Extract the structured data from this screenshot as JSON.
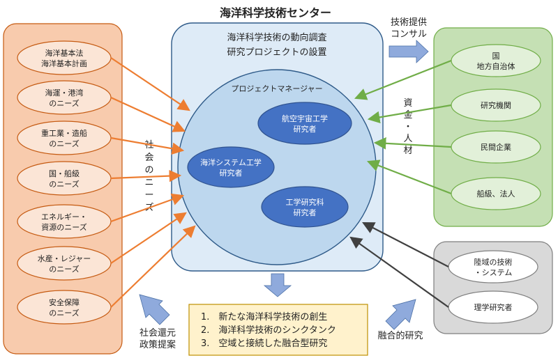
{
  "title": "海洋科学技術センター",
  "center": {
    "line1": "海洋科学技術の動向調査",
    "line2": "研究プロジェクトの設置",
    "pm_label": "プロジェクトマネージャー",
    "researchers": [
      {
        "l1": "航空宇宙工学",
        "l2": "研究者"
      },
      {
        "l1": "海洋システム工学",
        "l2": "研究者"
      },
      {
        "l1": "工学研究科",
        "l2": "研究者"
      }
    ]
  },
  "needs": [
    {
      "l1": "海洋基本法",
      "l2": "海洋基本計画"
    },
    {
      "l1": "海運・港湾",
      "l2": "のニーズ"
    },
    {
      "l1": "重工業・造船",
      "l2": "のニーズ"
    },
    {
      "l1": "国・船級",
      "l2": "のニーズ"
    },
    {
      "l1": "エネルギー・",
      "l2": "資源のニーズ"
    },
    {
      "l1": "水産・レジャー",
      "l2": "のニーズ"
    },
    {
      "l1": "安全保障",
      "l2": "のニーズ"
    }
  ],
  "social_needs_label": [
    "社",
    "会",
    "の",
    "ニ",
    "ー",
    "ズ"
  ],
  "partners": [
    {
      "l1": "国",
      "l2": "地方自治体"
    },
    {
      "l1": "研究機関",
      "l2": ""
    },
    {
      "l1": "民間企業",
      "l2": ""
    },
    {
      "l1": "船級、法人",
      "l2": ""
    }
  ],
  "funds_label": [
    "資",
    "金",
    "・",
    "人",
    "材"
  ],
  "consult_label": [
    "技術提供",
    "コンサル"
  ],
  "fusion_sources": [
    {
      "l1": "陸域の技術",
      "l2": "・システム"
    },
    {
      "l1": "理学研究者",
      "l2": ""
    }
  ],
  "fusion_label": "融合的研究",
  "policy_label": [
    "社会還元",
    "政策提案"
  ],
  "outcomes": [
    "1.　新たな海洋科学技術の創生",
    "2.　海洋科学技術のシンクタンク",
    "3.　空域と接続した融合型研究"
  ],
  "colors": {
    "orange_bg": "#f8cbad",
    "orange_border": "#c55a11",
    "orange_item": "#fbe5d6",
    "orange_arrow": "#ed7d31",
    "blue_bg": "#deebf7",
    "blue_border": "#2e5a88",
    "blue_circle": "#bdd7ee",
    "blue_ellipse": "#4472c4",
    "green_bg": "#c5e0b4",
    "green_border": "#70ad47",
    "green_item": "#e2f0d9",
    "gray_bg": "#d9d9d9",
    "gray_border": "#7f7f7f",
    "gray_arrow": "#404040",
    "yellow_bg": "#fff2cc",
    "yellow_border": "#bf9000",
    "block_arrow": "#8faadc"
  }
}
